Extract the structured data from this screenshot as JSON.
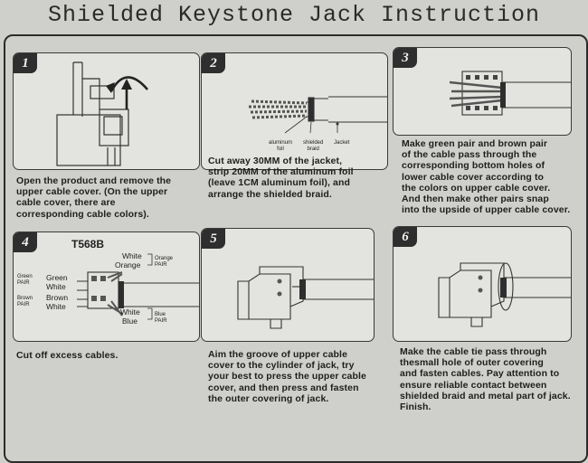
{
  "title": "Shielded Keystone Jack Instruction",
  "steps": [
    {
      "number": "1",
      "caption": "Open the product and remove the\nupper cable cover. (On the upper\ncable cover, there are\ncorresponding cable colors)."
    },
    {
      "number": "2",
      "caption": "Cut away 30MM of the jacket,\nstrip 20MM of the aluminum foil\n(leave 1CM aluminum foil), and\narrange the shielded braid.",
      "labels": {
        "foil": "aluminum\nfoil",
        "braid": "shielded\nbraid",
        "jacket": "Jacket"
      }
    },
    {
      "number": "3",
      "caption": "Make green pair and brown pair\nof the cable pass through the\ncorresponding bottom holes of\nlower cable cover according to\nthe colors on upper cable cover.\nAnd then make other pairs snap\ninto the upside of upper cable cover."
    },
    {
      "number": "4",
      "caption": "Cut off excess cables.",
      "standard": "T568B",
      "wires": {
        "white_top": "White",
        "orange": "Orange",
        "orange_pair": "Orange\nPAIR",
        "green_pair": "Green\nPAIR",
        "green": "Green",
        "white_green": "White",
        "brown_pair": "Brown\nPAIR",
        "brown": "Brown",
        "white_brown": "White",
        "white_bottom": "White",
        "blue": "Blue",
        "blue_pair": "Blue\nPAIR"
      }
    },
    {
      "number": "5",
      "caption": "Aim the groove of upper cable\ncover to the cylinder of jack, try\nyour best to press the upper cable\ncover, and then press and fasten\nthe outer covering of jack."
    },
    {
      "number": "6",
      "caption": "Make the cable tie pass through\nthesmall hole of outer covering\nand fasten cables. Pay attention to\nensure reliable contact between\nshielded braid and metal part of jack.\nFinish."
    }
  ]
}
